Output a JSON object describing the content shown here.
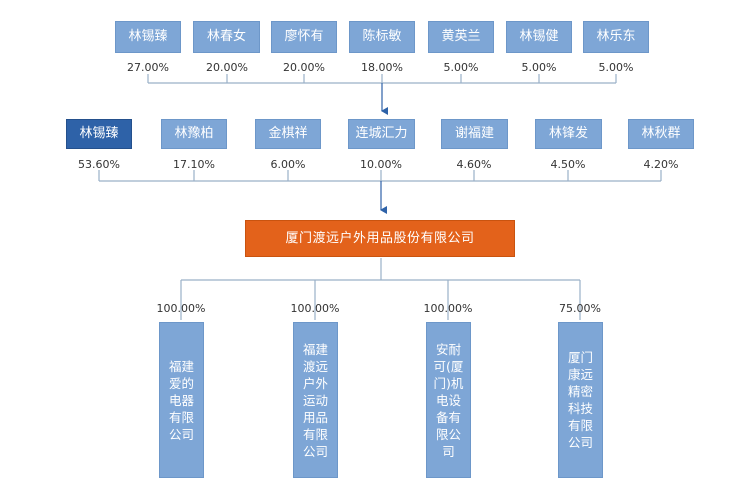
{
  "top_shareholders": [
    {
      "name": "林锡臻",
      "pct": "27.00%"
    },
    {
      "name": "林春女",
      "pct": "20.00%"
    },
    {
      "name": "廖怀有",
      "pct": "20.00%"
    },
    {
      "name": "陈标敏",
      "pct": "18.00%"
    },
    {
      "name": "黄英兰",
      "pct": "5.00%"
    },
    {
      "name": "林锡健",
      "pct": "5.00%"
    },
    {
      "name": "林乐东",
      "pct": "5.00%"
    }
  ],
  "mid_shareholders": [
    {
      "name": "林锡臻",
      "pct": "53.60%"
    },
    {
      "name": "林豫柏",
      "pct": "17.10%"
    },
    {
      "name": "金棋祥",
      "pct": "6.00%"
    },
    {
      "name": "连城汇力",
      "pct": "10.00%"
    },
    {
      "name": "谢福建",
      "pct": "4.60%"
    },
    {
      "name": "林锋发",
      "pct": "4.50%"
    },
    {
      "name": "林秋群",
      "pct": "4.20%"
    }
  ],
  "company": {
    "name": "厦门渡远户外用品股份有限公司"
  },
  "subsidiaries": [
    {
      "name": "福建爱的电器有限公司",
      "pct": "100.00%"
    },
    {
      "name": "福建渡远户外运动用品有限公司",
      "pct": "100.00%"
    },
    {
      "name": "安耐可(厦门)机电设备有限公司",
      "pct": "100.00%"
    },
    {
      "name": "厦门康远精密科技有限公司",
      "pct": "75.00%"
    }
  ],
  "colors": {
    "box": "#7ea6d6",
    "highlight": "#2e62a8",
    "company": "#e3621b",
    "line": "#9ab0c8"
  }
}
